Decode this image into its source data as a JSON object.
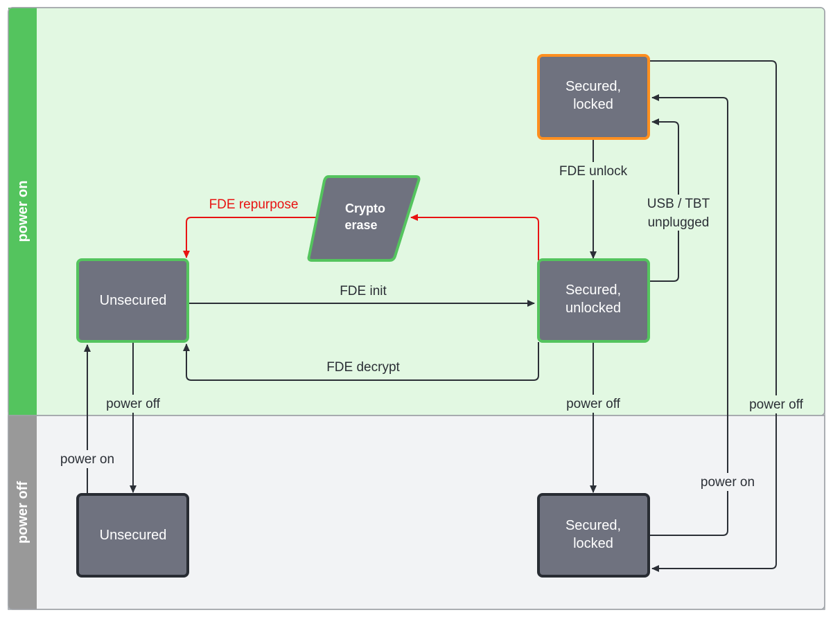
{
  "lanes": {
    "on_label": "power on",
    "off_label": "power off",
    "on_color": "#54c45e",
    "off_color": "#999999",
    "on_fill": "#e2f8e2",
    "off_fill": "#f2f3f5"
  },
  "nodes": {
    "secured_locked_on": {
      "line1": "Secured,",
      "line2": "locked",
      "border": "#ff8f1f"
    },
    "crypto_erase": {
      "line1": "Crypto",
      "line2": "erase",
      "border": "#54c45e"
    },
    "unsecured_on": {
      "label": "Unsecured",
      "border": "#54c45e"
    },
    "secured_unlocked": {
      "line1": "Secured,",
      "line2": "unlocked",
      "border": "#54c45e"
    },
    "unsecured_off": {
      "label": "Unsecured",
      "border": "#282c33"
    },
    "secured_locked_off": {
      "line1": "Secured,",
      "line2": "locked",
      "border": "#282c33"
    },
    "fill": "#6f727f"
  },
  "edges": {
    "fde_unlock": "FDE unlock",
    "usb_tbt_line1": "USB / TBT",
    "usb_tbt_line2": "unplugged",
    "fde_repurpose": "FDE repurpose",
    "fde_init": "FDE init",
    "fde_decrypt": "FDE decrypt",
    "power_off_left": "power off",
    "power_on_left": "power on",
    "power_off_mid": "power off",
    "power_on_right": "power on",
    "power_off_right": "power off",
    "edge_color": "#2b2f36",
    "red_color": "#e81313"
  }
}
